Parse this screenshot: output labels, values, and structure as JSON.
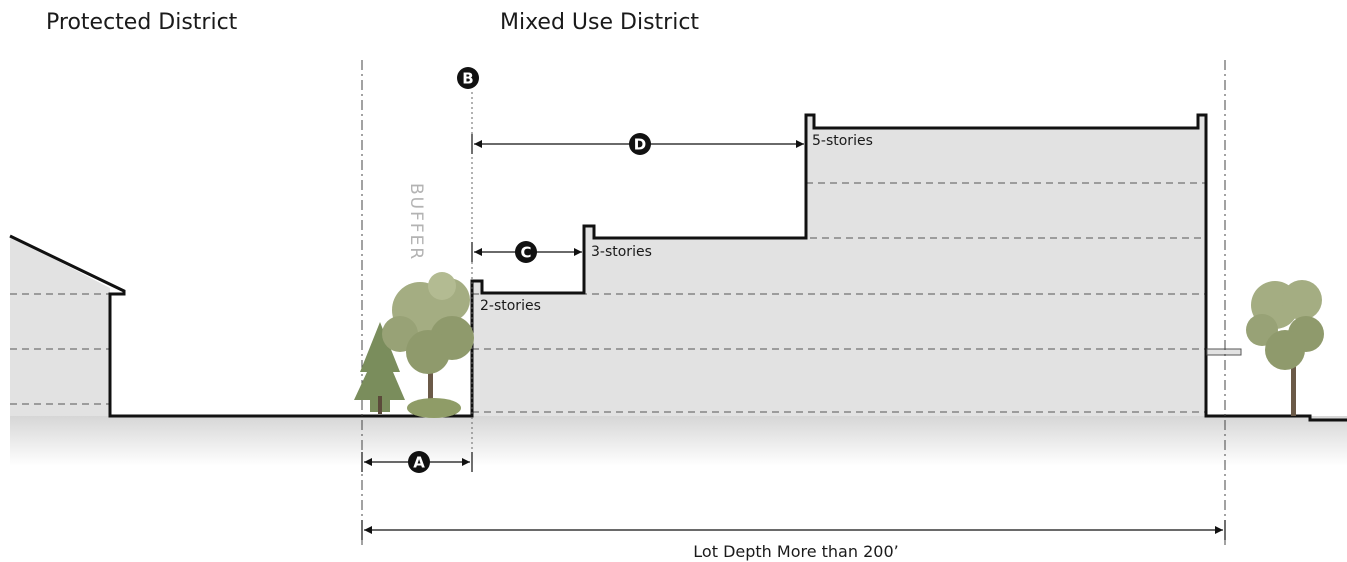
{
  "districts": {
    "protected": "Protected District",
    "mixed_use": "Mixed Use District"
  },
  "buffer_label": "BUFFER",
  "markers": {
    "a": "A",
    "b": "B",
    "c": "C",
    "d": "D"
  },
  "story_labels": {
    "two": "2-stories",
    "three": "3-stories",
    "five": "5-stories"
  },
  "lot_depth_label": "Lot Depth More than 200’",
  "colors": {
    "building_fill": "#e2e2e2",
    "outline": "#111111",
    "buffer_text": "#b3b3b3",
    "tree_light": "#a4ad82",
    "tree_dark": "#7f8a5e",
    "conifer": "#7a8d5c"
  }
}
